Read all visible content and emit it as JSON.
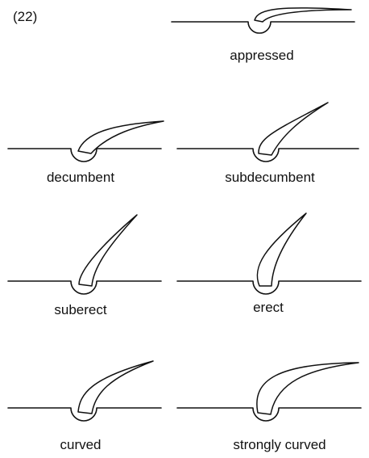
{
  "figure_number": "(22)",
  "diagrams": [
    {
      "id": "appressed",
      "label": "appressed"
    },
    {
      "id": "decumbent",
      "label": "decumbent"
    },
    {
      "id": "subdecumbent",
      "label": "subdecumbent"
    },
    {
      "id": "suberect",
      "label": "suberect"
    },
    {
      "id": "erect",
      "label": "erect"
    },
    {
      "id": "curved",
      "label": "curved"
    },
    {
      "id": "strongly-curved",
      "label": "strongly curved"
    }
  ]
}
